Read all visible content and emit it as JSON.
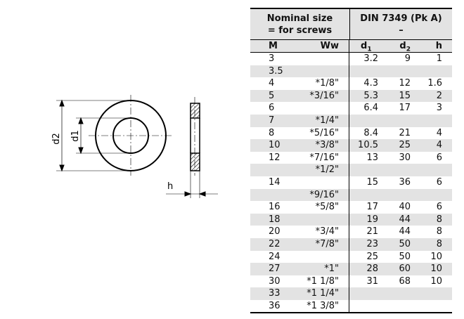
{
  "drawing": {
    "labels": {
      "d2": "d2",
      "d1": "d1",
      "h": "h"
    }
  },
  "table": {
    "header_left": [
      "Nominal size",
      "= for screws"
    ],
    "header_right": [
      "DIN 7349 (Pk A)",
      "–"
    ],
    "columns": [
      "M",
      "Ww",
      "d1",
      "d2",
      "h"
    ],
    "rows": [
      [
        "3",
        "",
        "3.2",
        "9",
        "1"
      ],
      [
        "3.5",
        "",
        "",
        "",
        ""
      ],
      [
        "4",
        "*1/8\"",
        "4.3",
        "12",
        "1.6"
      ],
      [
        "5",
        "*3/16\"",
        "5.3",
        "15",
        "2"
      ],
      [
        "6",
        "",
        "6.4",
        "17",
        "3"
      ],
      [
        "7",
        "*1/4\"",
        "",
        "",
        ""
      ],
      [
        "8",
        "*5/16\"",
        "8.4",
        "21",
        "4"
      ],
      [
        "10",
        "*3/8\"",
        "10.5",
        "25",
        "4"
      ],
      [
        "12",
        "*7/16\"",
        "13",
        "30",
        "6"
      ],
      [
        "",
        "*1/2\"",
        "",
        "",
        ""
      ],
      [
        "14",
        "",
        "15",
        "36",
        "6"
      ],
      [
        "",
        "*9/16\"",
        "",
        "",
        ""
      ],
      [
        "16",
        "*5/8\"",
        "17",
        "40",
        "6"
      ],
      [
        "18",
        "",
        "19",
        "44",
        "8"
      ],
      [
        "20",
        "*3/4\"",
        "21",
        "44",
        "8"
      ],
      [
        "22",
        "*7/8\"",
        "23",
        "50",
        "8"
      ],
      [
        "24",
        "",
        "25",
        "50",
        "10"
      ],
      [
        "27",
        "*1\"",
        "28",
        "60",
        "10"
      ],
      [
        "30",
        "*1 1/8\"",
        "31",
        "68",
        "10"
      ],
      [
        "33",
        "*1 1/4\"",
        "",
        "",
        ""
      ],
      [
        "36",
        "*1 3/8\"",
        "",
        "",
        ""
      ]
    ]
  }
}
